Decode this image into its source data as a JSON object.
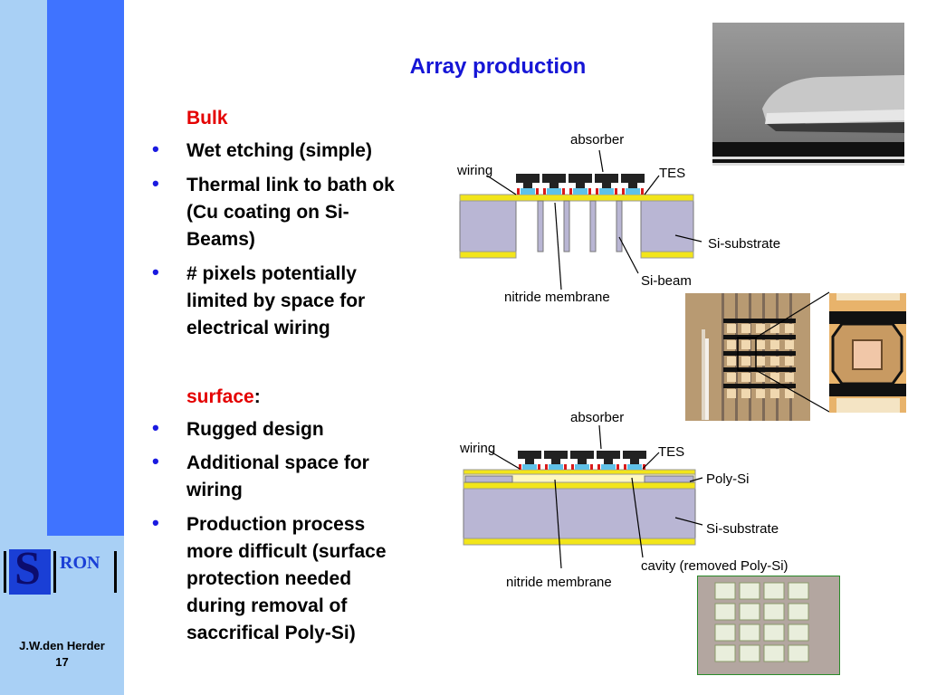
{
  "slide": {
    "title": "Array production",
    "bulk_heading": "Bulk",
    "bulk_bullets": [
      [
        "Wet etching (simple)"
      ],
      [
        "Thermal link to bath ok",
        "(Cu coating on Si-",
        "Beams)"
      ],
      [
        "# pixels potentially",
        "limited by space for",
        "electrical wiring"
      ]
    ],
    "surface_heading": "surface",
    "surface_heading_suffix": ":",
    "surface_bullets": [
      [
        "Rugged design"
      ],
      [
        "Additional space for",
        "wiring"
      ],
      [
        "Production process",
        "more difficult (surface",
        "protection needed",
        "during removal of",
        "saccrifical Poly-Si)"
      ]
    ],
    "bullet_glyph": "•"
  },
  "diagram_top": {
    "labels": {
      "absorber": "absorber",
      "wiring": "wiring",
      "tes": "TES",
      "si_substrate": "Si-substrate",
      "si_beam": "Si-beam",
      "nitride_membrane": "nitride membrane"
    }
  },
  "diagram_bottom": {
    "labels": {
      "absorber": "absorber",
      "wiring": "wiring",
      "tes": "TES",
      "poly_si": "Poly-Si",
      "si_substrate": "Si-substrate",
      "cavity": "cavity (removed Poly-Si)",
      "nitride_membrane": "nitride membrane"
    }
  },
  "logo": {
    "left": "S",
    "right": "RON"
  },
  "footer": {
    "author": "J.W.den Herder",
    "page": "17"
  },
  "colors": {
    "title_blue": "#1515d6",
    "heading_red": "#e40000",
    "substrate": "#b9b6d4",
    "yellow": "#f2e51a",
    "sidebar_light": "#a9d0f5",
    "sidebar_dark": "#3f73ff"
  }
}
